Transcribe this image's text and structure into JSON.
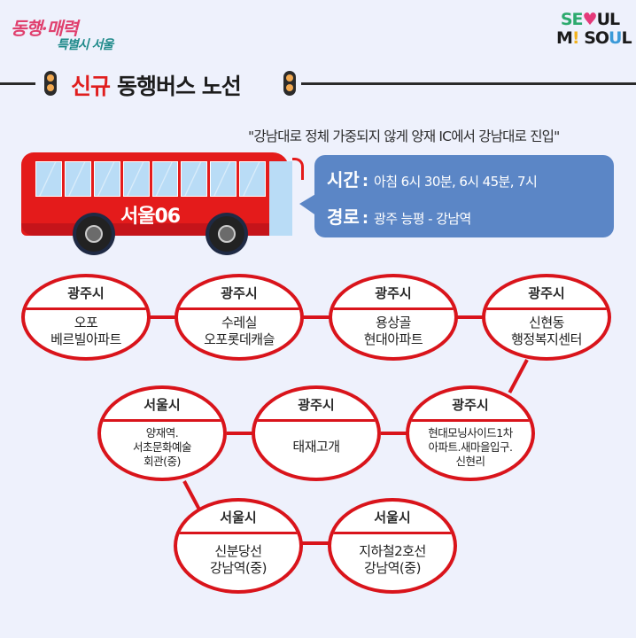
{
  "logos": {
    "left": {
      "line1": "동행·매력",
      "line2": "특별시 서울"
    },
    "right": {
      "row1": [
        "S",
        "E",
        "♥",
        "UL"
      ],
      "row2": [
        "M",
        "!",
        " SO",
        "U",
        "L"
      ]
    }
  },
  "header": {
    "title_highlight": "신규",
    "title_rest": "동행버스 노선"
  },
  "quote": "\"강남대로 정체 가중되지 않게 양재 IC에서 강남대로 진입\"",
  "bus": {
    "number": "서울06"
  },
  "info": {
    "time_label": "시간",
    "time_value": "아침 6시 30분, 6시 45분, 7시",
    "route_label": "경로",
    "route_value": "광주 능평 - 강남역",
    "colon": ":"
  },
  "colors": {
    "background": "#eef1fc",
    "accent_red": "#d9141b",
    "bubble_blue": "#5b86c6",
    "highlight_yellow": "#f5d21b"
  },
  "stops": [
    {
      "city": "광주시",
      "name": "오포\n베르빌아파트"
    },
    {
      "city": "광주시",
      "name": "수레실\n오포롯데캐슬"
    },
    {
      "city": "광주시",
      "name": "용상골\n현대아파트"
    },
    {
      "city": "광주시",
      "name": "신현동\n행정복지센터"
    },
    {
      "city": "광주시",
      "name": "현대모닝사이드1차\n아파트.새마을입구.\n신현리"
    },
    {
      "city": "광주시",
      "name": "태재고개"
    },
    {
      "city": "서울시",
      "name": "양재역.\n서초문화예술\n회관(중)"
    },
    {
      "city": "서울시",
      "name": "신분당선\n강남역(중)"
    },
    {
      "city": "서울시",
      "name": "지하철2호선\n강남역(중)"
    }
  ]
}
